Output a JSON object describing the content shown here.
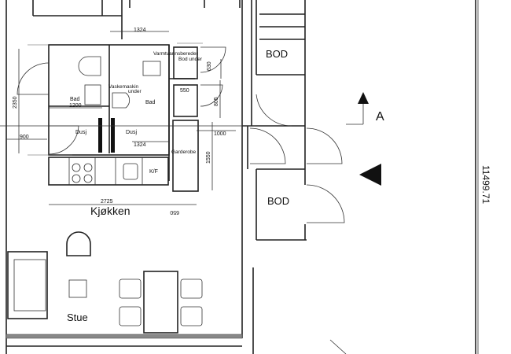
{
  "rooms": {
    "bod_top": "BOD",
    "bod_bottom": "BOD",
    "bad_left": "Bad",
    "bad_right": "Bad",
    "dusj_left": "Dusj",
    "dusj_right": "Dusj",
    "kitchen": "Kjøkken",
    "living": "Stue",
    "wardrobe": "Garderobe",
    "fridge": "K/F"
  },
  "annotations": {
    "water_heater": "Varmtvannsbereder",
    "storage_under": "Bod under",
    "washer": "Vaskemaskin",
    "washer_under": "under",
    "section_marker": "A"
  },
  "dimensions": {
    "top_width": "1324",
    "heater_depth": "630",
    "closet_width": "550",
    "closet_depth": "805",
    "bath_height": "2350",
    "bath_width": "1200",
    "door_offset": "900",
    "shower_width": "1324",
    "hall_width": "1000",
    "wardrobe_length": "1550",
    "kitchen_length": "2725",
    "kitchen_extra": "650",
    "total_length": "11499.71"
  },
  "colors": {
    "line": "#222222",
    "background": "#ffffff"
  }
}
